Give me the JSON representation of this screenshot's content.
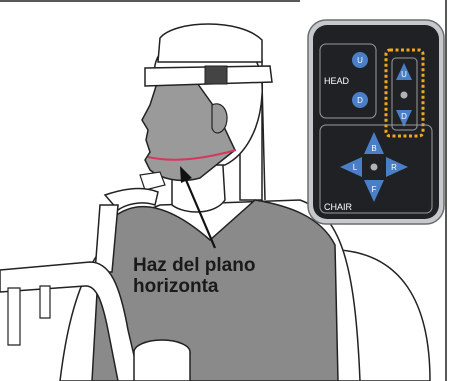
{
  "callout": {
    "line1": "Haz del plano",
    "line2": "horizonta"
  },
  "control_panel": {
    "head_group": {
      "label": "HEAD",
      "up_key": "U",
      "down_key": "D"
    },
    "laser_group": {
      "up_key": "U",
      "down_key": "D"
    },
    "chair_group": {
      "label": "CHAIR",
      "back_key": "B",
      "forward_key": "F",
      "left_key": "L",
      "right_key": "R"
    }
  },
  "colors": {
    "panel_body": "#1f2124",
    "panel_border": "#9a9ca0",
    "key_fill": "#4a7fc8",
    "highlight_dots": "#f0a820",
    "laser_line": "#d4385c",
    "garment": "#8a8a8a"
  },
  "icons": [
    "up-arrow-icon",
    "down-arrow-icon",
    "left-arrow-icon",
    "right-arrow-icon",
    "center-dot-icon"
  ]
}
